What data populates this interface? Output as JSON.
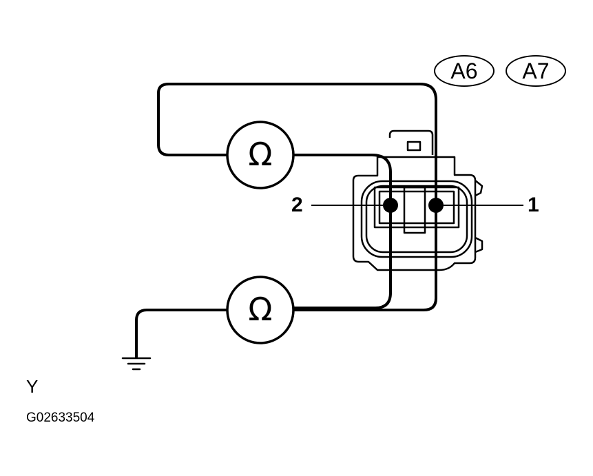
{
  "connector_badges": [
    "A6",
    "A7"
  ],
  "pin_labels": {
    "left": "2",
    "right": "1"
  },
  "meter_symbol": "Ω",
  "caption": "Y",
  "figure_code": "G02633504"
}
